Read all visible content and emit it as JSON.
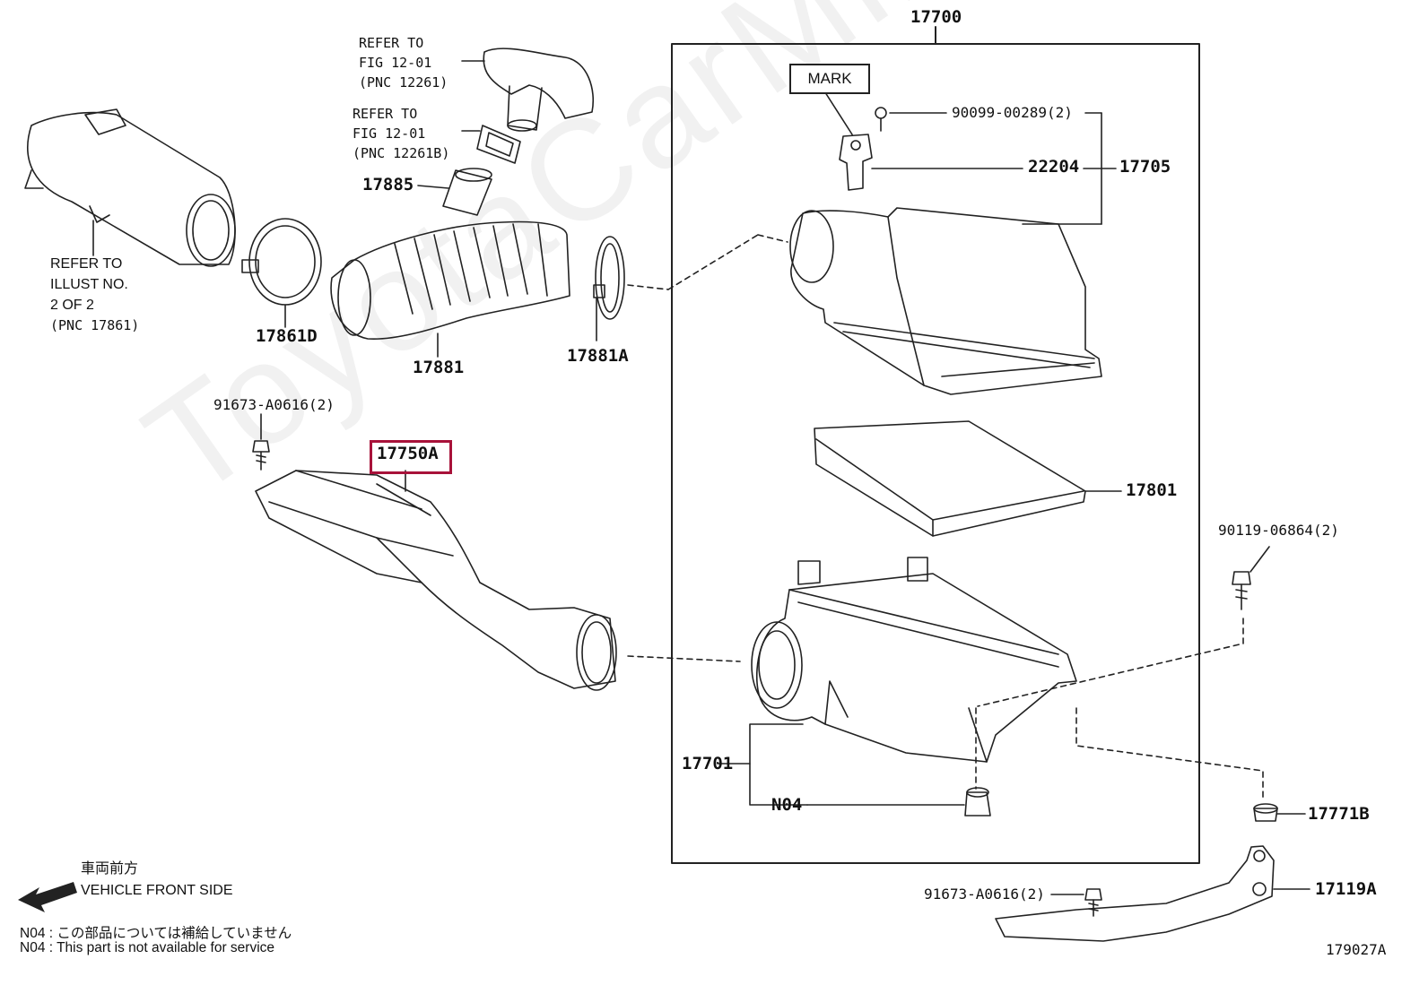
{
  "watermark": "ToyotaCarMine.ru",
  "group_label": "17700",
  "mark_label": "MARK",
  "refs": {
    "hose_top": {
      "line1": "REFER TO",
      "line2": "FIG 12-01",
      "line3": "(PNC 12261)"
    },
    "hose_mid": {
      "line1": "REFER TO",
      "line2": "FIG 12-01",
      "line3": "(PNC 12261B)"
    },
    "duct_left": {
      "line1": "REFER TO",
      "line2": "ILLUST NO.",
      "line3": "2 OF 2",
      "line4": "(PNC 17861)"
    }
  },
  "parts": {
    "p17885": "17885",
    "p17861D": "17861D",
    "p17881": "17881",
    "p17881A": "17881A",
    "p90099": "90099-00289(2)",
    "p22204": "22204",
    "p17705": "17705",
    "p91673_top": "91673-A0616(2)",
    "p17750A": "17750A",
    "p17801": "17801",
    "p90119": "90119-06864(2)",
    "p17701": "17701",
    "pN04": "N04",
    "p17771B": "17771B",
    "p91673_bottom": "91673-A0616(2)",
    "p17119A": "17119A"
  },
  "front": {
    "jp": "車両前方",
    "en": "VEHICLE FRONT SIDE"
  },
  "notes": {
    "jp": "N04 : この部品については補給していません",
    "en": "N04 : This part is not available for service"
  },
  "figure_id": "179027A"
}
